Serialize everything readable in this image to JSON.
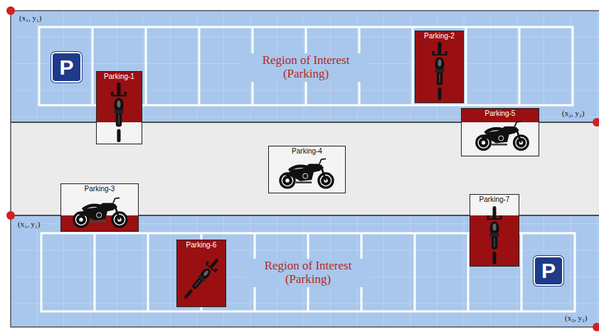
{
  "diagram": {
    "nodes": [
      {
        "text": [
          "P"
        ]
      },
      {
        "text": [
          "Parking-1"
        ]
      },
      {
        "text": [
          "Parking-2"
        ]
      },
      {
        "text": [
          "Parking-5"
        ]
      },
      {
        "text": [
          "Parking-4"
        ]
      },
      {
        "text": [
          "Parking-3"
        ]
      },
      {
        "text": [
          "Parking-7"
        ]
      },
      {
        "text": [
          "Parking-6"
        ]
      },
      {
        "text": [
          "P"
        ]
      }
    ],
    "labels": [
      "(x₁, y₁)",
      "Region of Interest (Parking)",
      "(x₂, y₂)",
      "(x₁, y₁)",
      "Region of Interest (Parking)",
      "(x₂, y₂)"
    ]
  }
}
